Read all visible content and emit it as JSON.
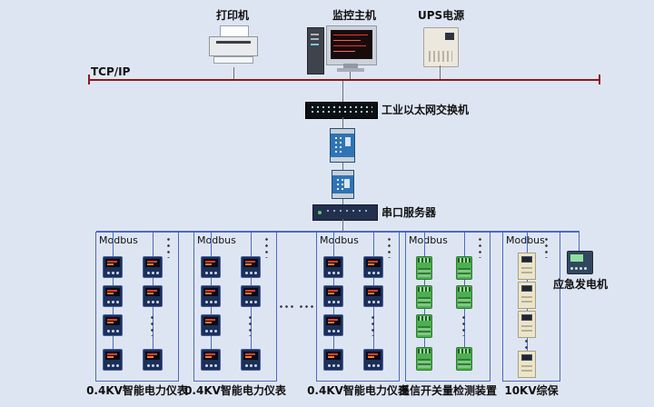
{
  "top_devices": {
    "printer_label": "打印机",
    "host_label": "监控主机",
    "ups_label": "UPS电源"
  },
  "network": {
    "lan_label": "TCP/IP",
    "switch_label": "工业以太网交换机",
    "serial_label": "串口服务器"
  },
  "branches": [
    {
      "bus_label": "Modbus",
      "bottom_label": "0.4KV智能电力仪表"
    },
    {
      "bus_label": "Modbus",
      "bottom_label": "0.4KV智能电力仪表"
    },
    {
      "bus_label": "Modbus",
      "bottom_label": "0.4KV智能电力仪表"
    },
    {
      "bus_label": "Modbus",
      "bottom_label": "遥信开关量检测装置"
    },
    {
      "bus_label": "Modbus",
      "bottom_label": "10KV综保"
    }
  ],
  "generator_label": "应急发电机",
  "colors": {
    "background": "#dee5f2",
    "lan_bus": "#8a1b1b",
    "field_bus": "#4a6bbf"
  }
}
